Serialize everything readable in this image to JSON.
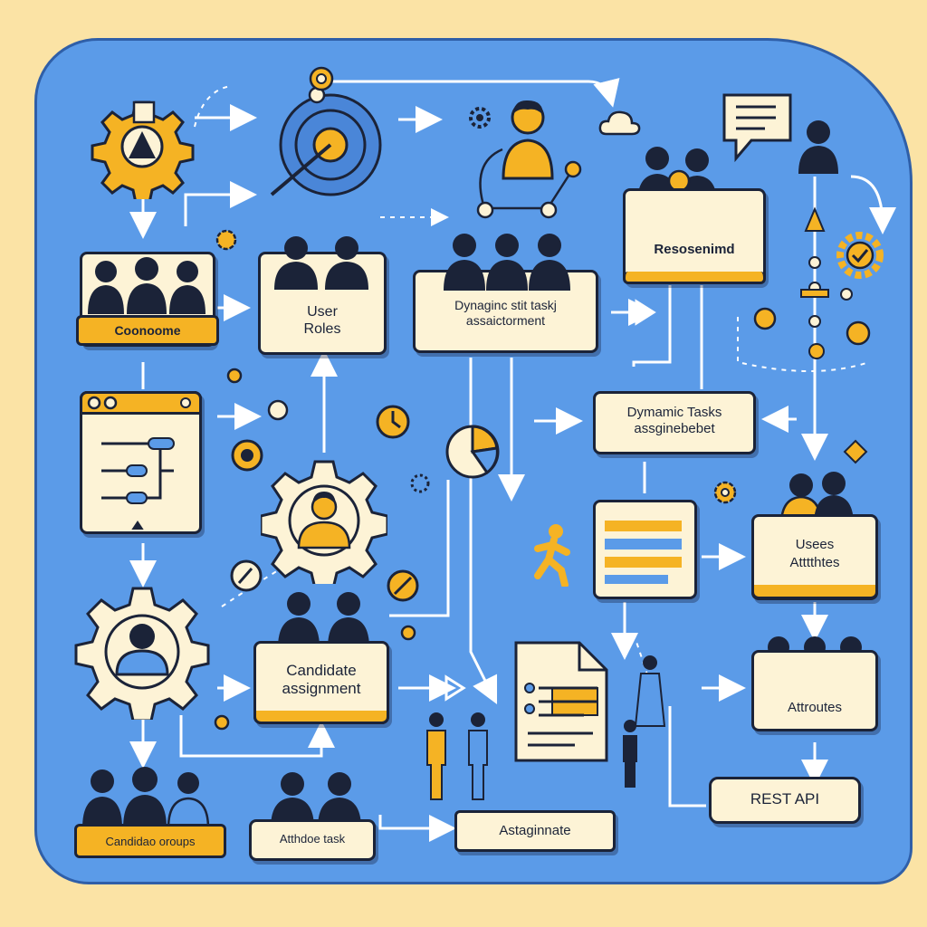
{
  "labels": {
    "coonoome": "Coonoome",
    "user_roles_1": "User",
    "user_roles_2": "Roles",
    "dyn_1": "Dynaginc stit taskj",
    "dyn_2": "assaictorment",
    "resoser": "Resosenimd",
    "dyn_tasks_1": "Dymamic Tasks",
    "dyn_tasks_2": "assginebebet",
    "uses_1": "Usees",
    "uses_2": "Atttthtes",
    "candidate_1": "Candidate",
    "candidate_2": "assignment",
    "attroutes": "Attroutes",
    "rest_api": "REST API",
    "candidao_groups": "Candidao oroups",
    "atthdao_task": "Atthdoe task",
    "astaginate": "Astaginnate"
  },
  "colors": {
    "background": "#fbe3a5",
    "panel": "#5b9be8",
    "card": "#fdf3d6",
    "accent": "#f5b324",
    "ink": "#1b2338"
  }
}
